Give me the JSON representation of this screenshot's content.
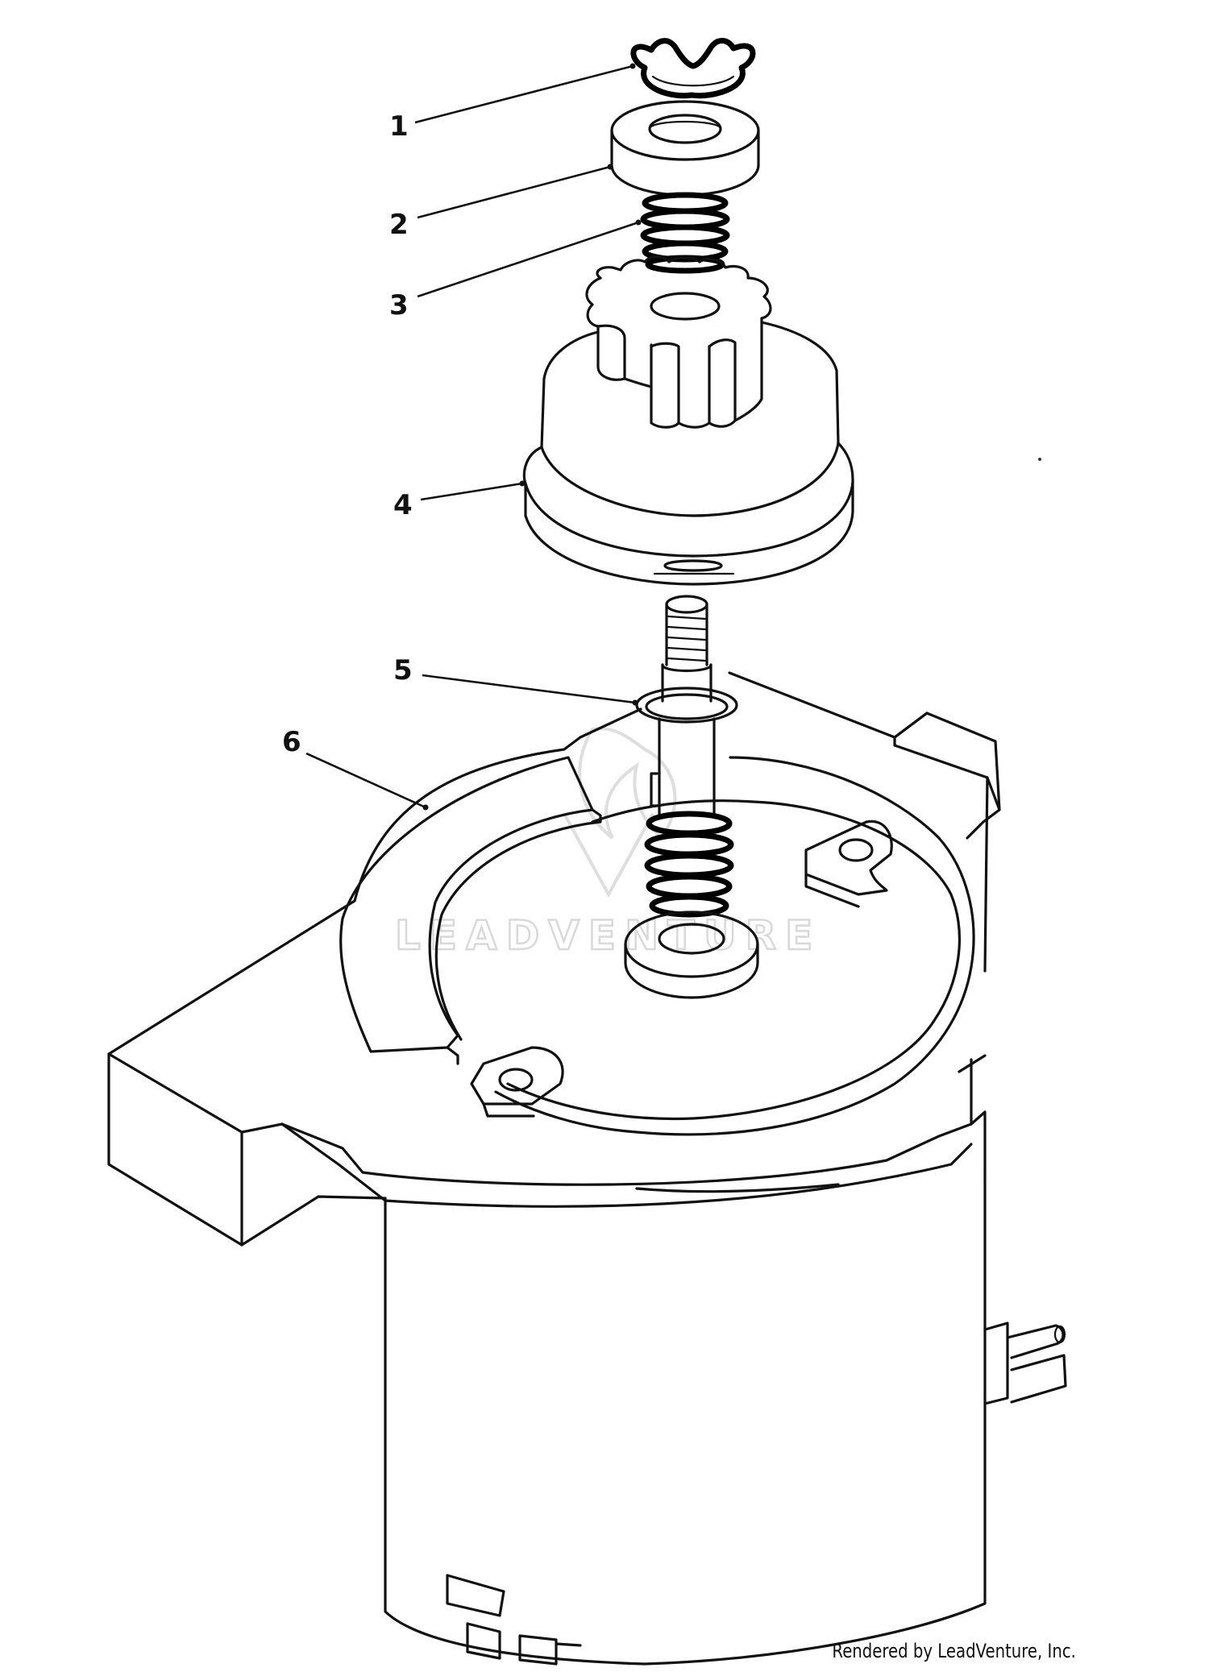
{
  "diagram": {
    "callouts": [
      {
        "label": "1"
      },
      {
        "label": "2"
      },
      {
        "label": "3"
      },
      {
        "label": "4"
      },
      {
        "label": "5"
      },
      {
        "label": "6"
      }
    ],
    "watermark": "LEADVENTURE",
    "credit": "Rendered by LeadVenture, Inc.",
    "parts_icons": [
      "retaining-ring-icon",
      "pinion-stop-cap-icon",
      "anti-drift-spring-icon",
      "pinion-gear-assembly-icon",
      "washer-icon",
      "starter-motor-icon"
    ]
  }
}
